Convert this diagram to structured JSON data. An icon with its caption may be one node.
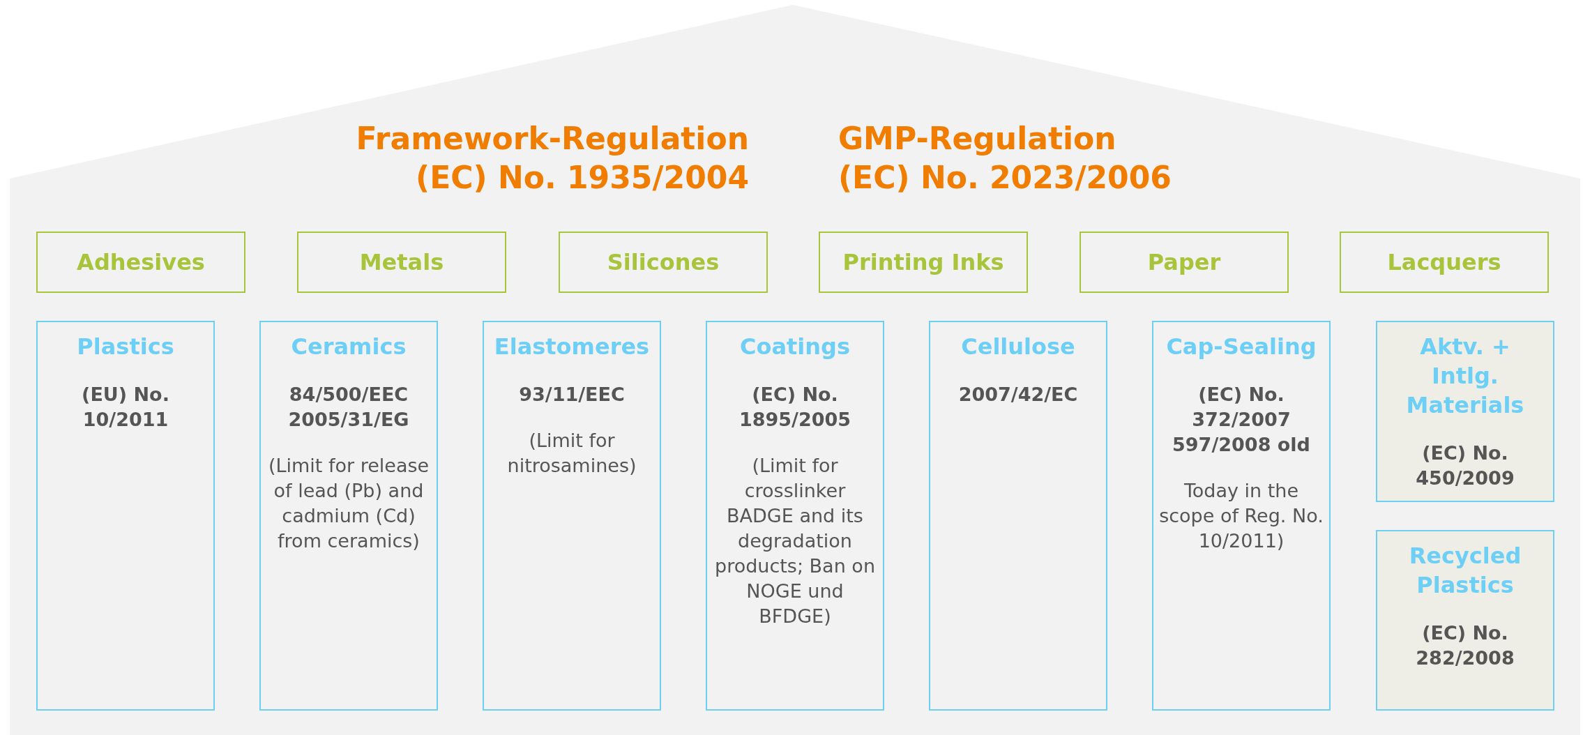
{
  "diagram": {
    "nodes": [
      {
        "text": [
          "Framework-Regulation (EC) No. 1935/2004",
          "GMP-Regulation (EC) No. 2023/2006"
        ]
      },
      {
        "text": [
          "Adhesives"
        ],
        "in": 0
      },
      {
        "text": [
          "Metals"
        ],
        "in": 0
      },
      {
        "text": [
          "Silicones"
        ],
        "in": 0
      },
      {
        "text": [
          "Printing Inks"
        ],
        "in": 0
      },
      {
        "text": [
          "Paper"
        ],
        "in": 0
      },
      {
        "text": [
          "Lacquers"
        ],
        "in": 0
      },
      {
        "text": [
          "Plastics",
          "(EU) No. 10/2011"
        ],
        "in": 0
      },
      {
        "text": [
          "Ceramics",
          "84/500/EEC 2005/31/EG",
          "(Limit for release of lead (Pb) and cadmium (Cd) from ceramics)"
        ],
        "in": 0
      },
      {
        "text": [
          "Elastomeres",
          "93/11/EEC",
          "(Limit for nitrosamines)"
        ],
        "in": 0
      },
      {
        "text": [
          "Coatings",
          "(EC) No. 1895/2005",
          "(Limit for crosslinker BADGE and its degradation products; Ban on NOGE und BFDGE)"
        ],
        "in": 0
      },
      {
        "text": [
          "Cellulose",
          "2007/42/EC"
        ],
        "in": 0
      },
      {
        "text": [
          "Cap-Sealing",
          "(EC) No. 372/2007 597/2008 old",
          "Today in the scope of Reg. No. 10/2011)"
        ],
        "in": 0
      },
      {
        "text": [
          "Aktv. + Intlg. Materials",
          "(EC) No. 450/2009"
        ],
        "in": 0
      },
      {
        "text": [
          "Recycled Plastics",
          "(EC) No. 282/2008"
        ],
        "in": 0
      }
    ]
  }
}
